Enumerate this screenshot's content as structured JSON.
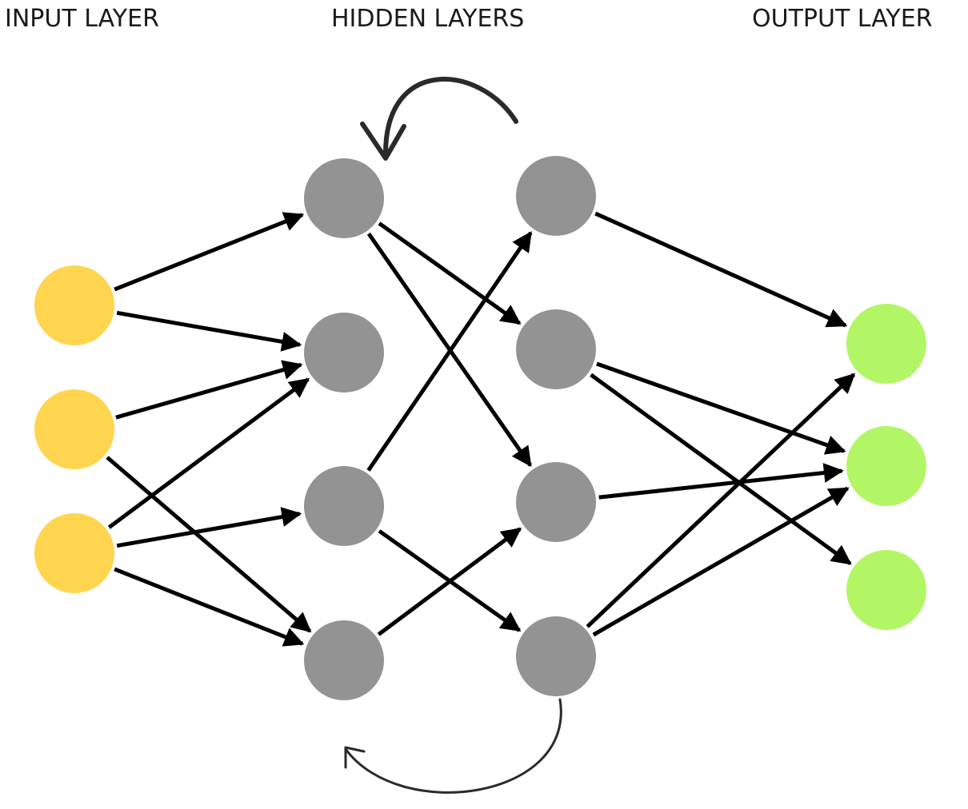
{
  "titles": {
    "input": "INPUT LAYER",
    "hidden": "HIDDEN LAYERS",
    "output": "OUTPUT LAYER"
  },
  "colors": {
    "input_node": "#ffd54f",
    "hidden_node": "#939393",
    "output_node": "#b2f666",
    "edge": "#000000",
    "recurrent_edge": "#2a2a2a"
  },
  "layers": [
    {
      "id": "input",
      "node_count": 3
    },
    {
      "id": "hidden1",
      "node_count": 4
    },
    {
      "id": "hidden2",
      "node_count": 4
    },
    {
      "id": "output",
      "node_count": 3
    }
  ],
  "edges": [
    {
      "from": "input.0",
      "to": "hidden1.0"
    },
    {
      "from": "input.0",
      "to": "hidden1.1"
    },
    {
      "from": "input.1",
      "to": "hidden1.1"
    },
    {
      "from": "input.1",
      "to": "hidden1.3"
    },
    {
      "from": "input.2",
      "to": "hidden1.1"
    },
    {
      "from": "input.2",
      "to": "hidden1.2"
    },
    {
      "from": "input.2",
      "to": "hidden1.3"
    },
    {
      "from": "hidden1.0",
      "to": "hidden2.1"
    },
    {
      "from": "hidden1.0",
      "to": "hidden2.2"
    },
    {
      "from": "hidden1.2",
      "to": "hidden2.0"
    },
    {
      "from": "hidden1.2",
      "to": "hidden2.3"
    },
    {
      "from": "hidden1.3",
      "to": "hidden2.2"
    },
    {
      "from": "hidden2.0",
      "to": "output.0"
    },
    {
      "from": "hidden2.1",
      "to": "output.1"
    },
    {
      "from": "hidden2.1",
      "to": "output.2"
    },
    {
      "from": "hidden2.2",
      "to": "output.1"
    },
    {
      "from": "hidden2.3",
      "to": "output.0"
    },
    {
      "from": "hidden2.3",
      "to": "output.1"
    }
  ],
  "recurrent_edges": [
    {
      "from": "hidden2.0",
      "to": "hidden1.0",
      "side": "top"
    },
    {
      "from": "hidden2.3",
      "to": "hidden1.3",
      "side": "bottom"
    }
  ]
}
